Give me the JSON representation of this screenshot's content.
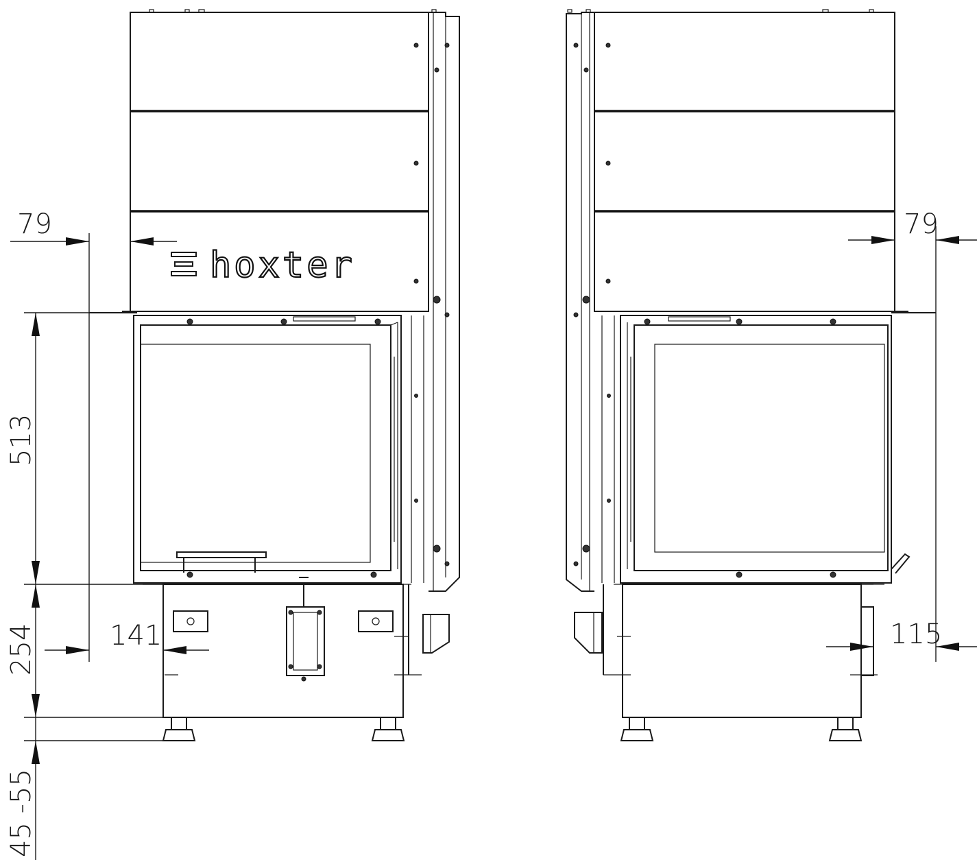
{
  "brand": {
    "logo_text": "hoxter"
  },
  "dimensions": {
    "left_top_offset": "79",
    "right_top_offset": "79",
    "door_height": "513",
    "base_height": "254",
    "left_base_offset": "141",
    "right_base_offset": "115",
    "feet_range": "45 -55"
  }
}
